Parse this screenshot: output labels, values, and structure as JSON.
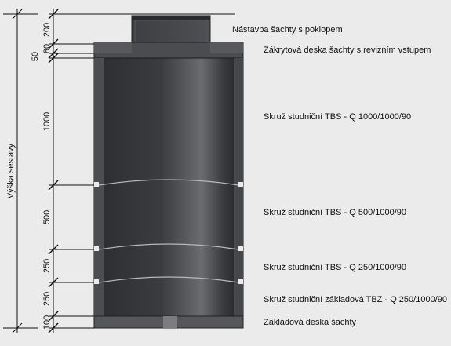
{
  "diagram": {
    "total_label": "Výška sestavy",
    "dimensions": [
      "200",
      "80",
      "50",
      "1000",
      "500",
      "250",
      "250",
      "100"
    ],
    "parts": [
      "Nástavba šachty s poklopem",
      "Zákrytová deska šachty s revizním vstupem",
      "Skruž studniční TBS - Q 1000/1000/90",
      "Skruž studniční TBS - Q 500/1000/90",
      "Skruž studniční TBS - Q 250/1000/90",
      "Skruž studniční základová TBZ - Q 250/1000/90",
      "Základová deska šachty"
    ],
    "colors": {
      "background": "#ebebeb",
      "concrete_dark": "#2e2f32",
      "concrete_light": "#5a5c60",
      "line": "#111111"
    }
  }
}
